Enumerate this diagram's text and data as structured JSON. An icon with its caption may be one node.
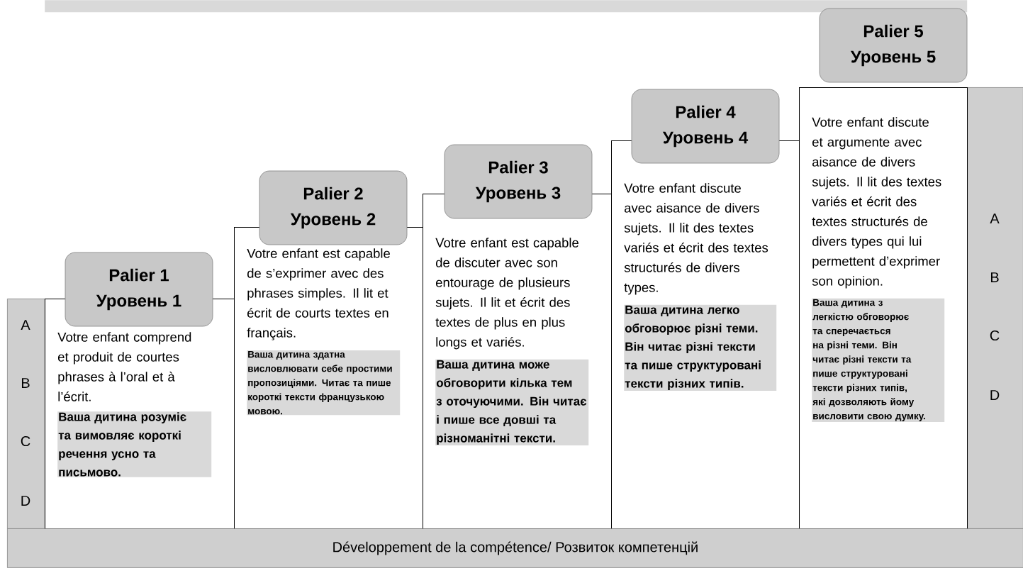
{
  "diagram": {
    "nodes": [
      {
        "text": [
          "A",
          "B",
          "C",
          "D"
        ]
      },
      {
        "text": [
          "Palier 1",
          "Уровень 1"
        ]
      },
      {
        "text": [
          "Votre enfant comprend et produit de courtes phrases à l’oral et à l’écrit.",
          "Ваша дитина розуміє та вимовляє короткі речення усно та письмово."
        ]
      },
      {
        "text": [
          "Palier 2",
          "Уровень 2"
        ]
      },
      {
        "text": [
          "Votre enfant est capable de s’exprimer avec des phrases simples. Il lit et écrit de courts textes en français.",
          "Ваша дитина здатна висловлювати себе простими пропозиціями. Читає та пише короткі тексти французькою мовою."
        ]
      },
      {
        "text": [
          "Palier 3",
          "Уровень 3"
        ]
      },
      {
        "text": [
          "Votre enfant est capable de discuter avec son entourage de plusieurs sujets. Il lit et écrit des textes de plus en plus longs et variés.",
          "Ваша дитина може обговорити кілька тем з оточуючими. Він читає і пише все довші та різноманітні тексти."
        ]
      },
      {
        "text": [
          "Palier 4",
          "Уровень 4"
        ]
      },
      {
        "text": [
          "Votre enfant discute avec aisance de divers sujets. Il lit des textes variés et écrit des textes structurés de divers types.",
          "Ваша дитина легко обговорює різні теми. Він читає різні тексти та пише структуровані тексти різних типів."
        ]
      },
      {
        "text": [
          "Palier 5",
          "Уровень 5"
        ]
      },
      {
        "text": [
          "Votre enfant discute et argumente avec aisance de divers sujets. Il lit des textes variés et écrit des textes structurés de divers types qui lui permettent d’exprimer son opinion.",
          "Ваша дитина з легкістю обговорює та сперечається на різні теми. Він читає різні тексти та пише структуровані тексти різних типів, які дозволяють йому висловити свою думку."
        ]
      },
      {
        "text": [
          "A",
          "B",
          "C",
          "D"
        ]
      },
      {
        "text": [
          "Développement de la compétence/ Розвиток компетенцій"
        ]
      },
      {
        "text": [],
        "shape": "bar"
      }
    ]
  }
}
